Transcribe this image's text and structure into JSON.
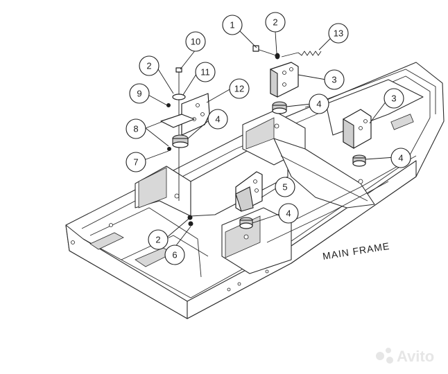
{
  "diagram": {
    "frame_label": "MAIN FRAME",
    "watermark": "Avito",
    "callouts": [
      {
        "id": "c1",
        "text": "1"
      },
      {
        "id": "c2a",
        "text": "2"
      },
      {
        "id": "c13",
        "text": "13"
      },
      {
        "id": "c3a",
        "text": "3"
      },
      {
        "id": "c4a",
        "text": "4"
      },
      {
        "id": "c10",
        "text": "10"
      },
      {
        "id": "c2b",
        "text": "2"
      },
      {
        "id": "c11",
        "text": "11"
      },
      {
        "id": "c9",
        "text": "9"
      },
      {
        "id": "c12",
        "text": "12"
      },
      {
        "id": "c8",
        "text": "8"
      },
      {
        "id": "c4b",
        "text": "4"
      },
      {
        "id": "c7",
        "text": "7"
      },
      {
        "id": "c3b",
        "text": "3"
      },
      {
        "id": "c4c",
        "text": "4"
      },
      {
        "id": "c5",
        "text": "5"
      },
      {
        "id": "c4d",
        "text": "4"
      },
      {
        "id": "c2c",
        "text": "2"
      },
      {
        "id": "c6",
        "text": "6"
      }
    ]
  }
}
